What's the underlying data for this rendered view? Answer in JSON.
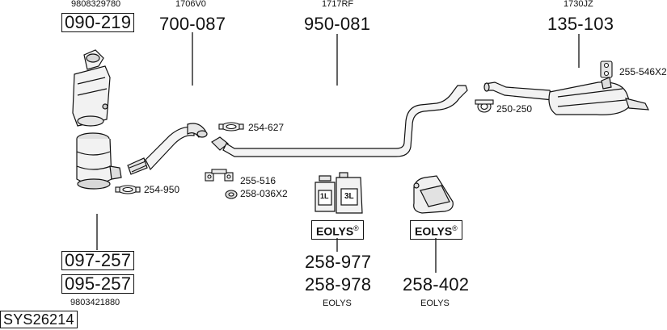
{
  "diagram_code": "SYS26214",
  "columns": [
    {
      "id": "dpf",
      "ref_top": "9808329780",
      "part_top": "090-219",
      "part_bottom_1": "097-257",
      "part_bottom_2": "095-257",
      "ref_bottom": "9803421880"
    },
    {
      "id": "front-pipe",
      "ref_top": "1706V0",
      "part_top": "700-087"
    },
    {
      "id": "center-pipe",
      "ref_top": "1717RF",
      "part_top": "950-081"
    },
    {
      "id": "rear-silencer",
      "ref_top": "1730JZ",
      "part_top": "135-103"
    }
  ],
  "accessories": {
    "clamp_254_627": "254-627",
    "clamp_254_950": "254-950",
    "mount_255_516": "255-516",
    "ring_258_036": "258-036X2",
    "clamp_250_250": "250-250",
    "hanger_255_546": "255-546X2"
  },
  "additive": {
    "badge_left": "EOLYS",
    "badge_right": "EOLYS",
    "registered": "®",
    "can_small_label": "1L",
    "can_large_label": "3L",
    "part_1": "258-977",
    "part_2": "258-978",
    "part_3": "258-402",
    "caption_left": "EOLYS",
    "caption_right": "EOLYS"
  },
  "colors": {
    "line": "#111111",
    "background": "#ffffff"
  }
}
